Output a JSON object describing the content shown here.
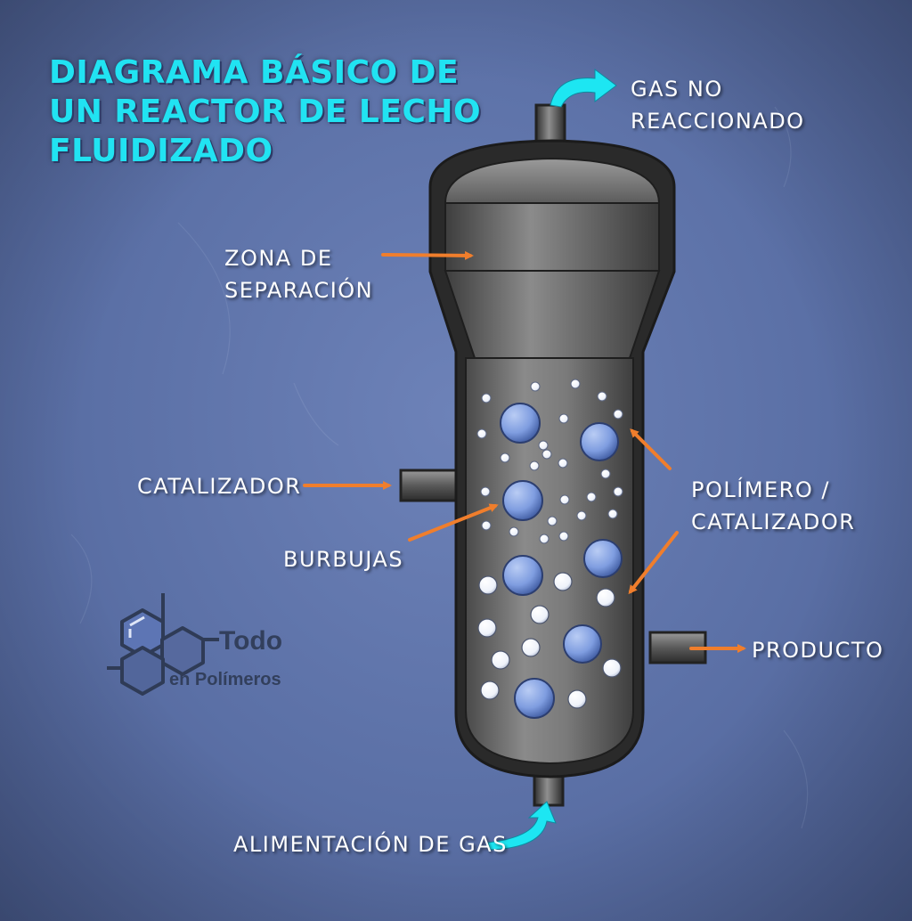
{
  "title": "Diagrama básico de un reactor de lecho fluidizado",
  "labels": {
    "gas_no_reaccionado": [
      "Gas no",
      "reaccionado"
    ],
    "zona_separacion": [
      "Zona de",
      "separación"
    ],
    "catalizador": "Catalizador",
    "burbujas": "Burbujas",
    "polimero_catalizador": [
      "Polímero /",
      "catalizador"
    ],
    "producto": "Producto",
    "alimentacion_gas": "Alimentación de gas"
  },
  "logo": {
    "line1": "Todo",
    "line2": "en Polímeros"
  },
  "colors": {
    "title": "#21e3f2",
    "arrow_orange": "#f07e2c",
    "flow_arrow_cyan": "#1de6f2",
    "bubble_blue": "#7f9de0",
    "particle_white": "#ffffff",
    "vessel_gray": "#707070"
  }
}
